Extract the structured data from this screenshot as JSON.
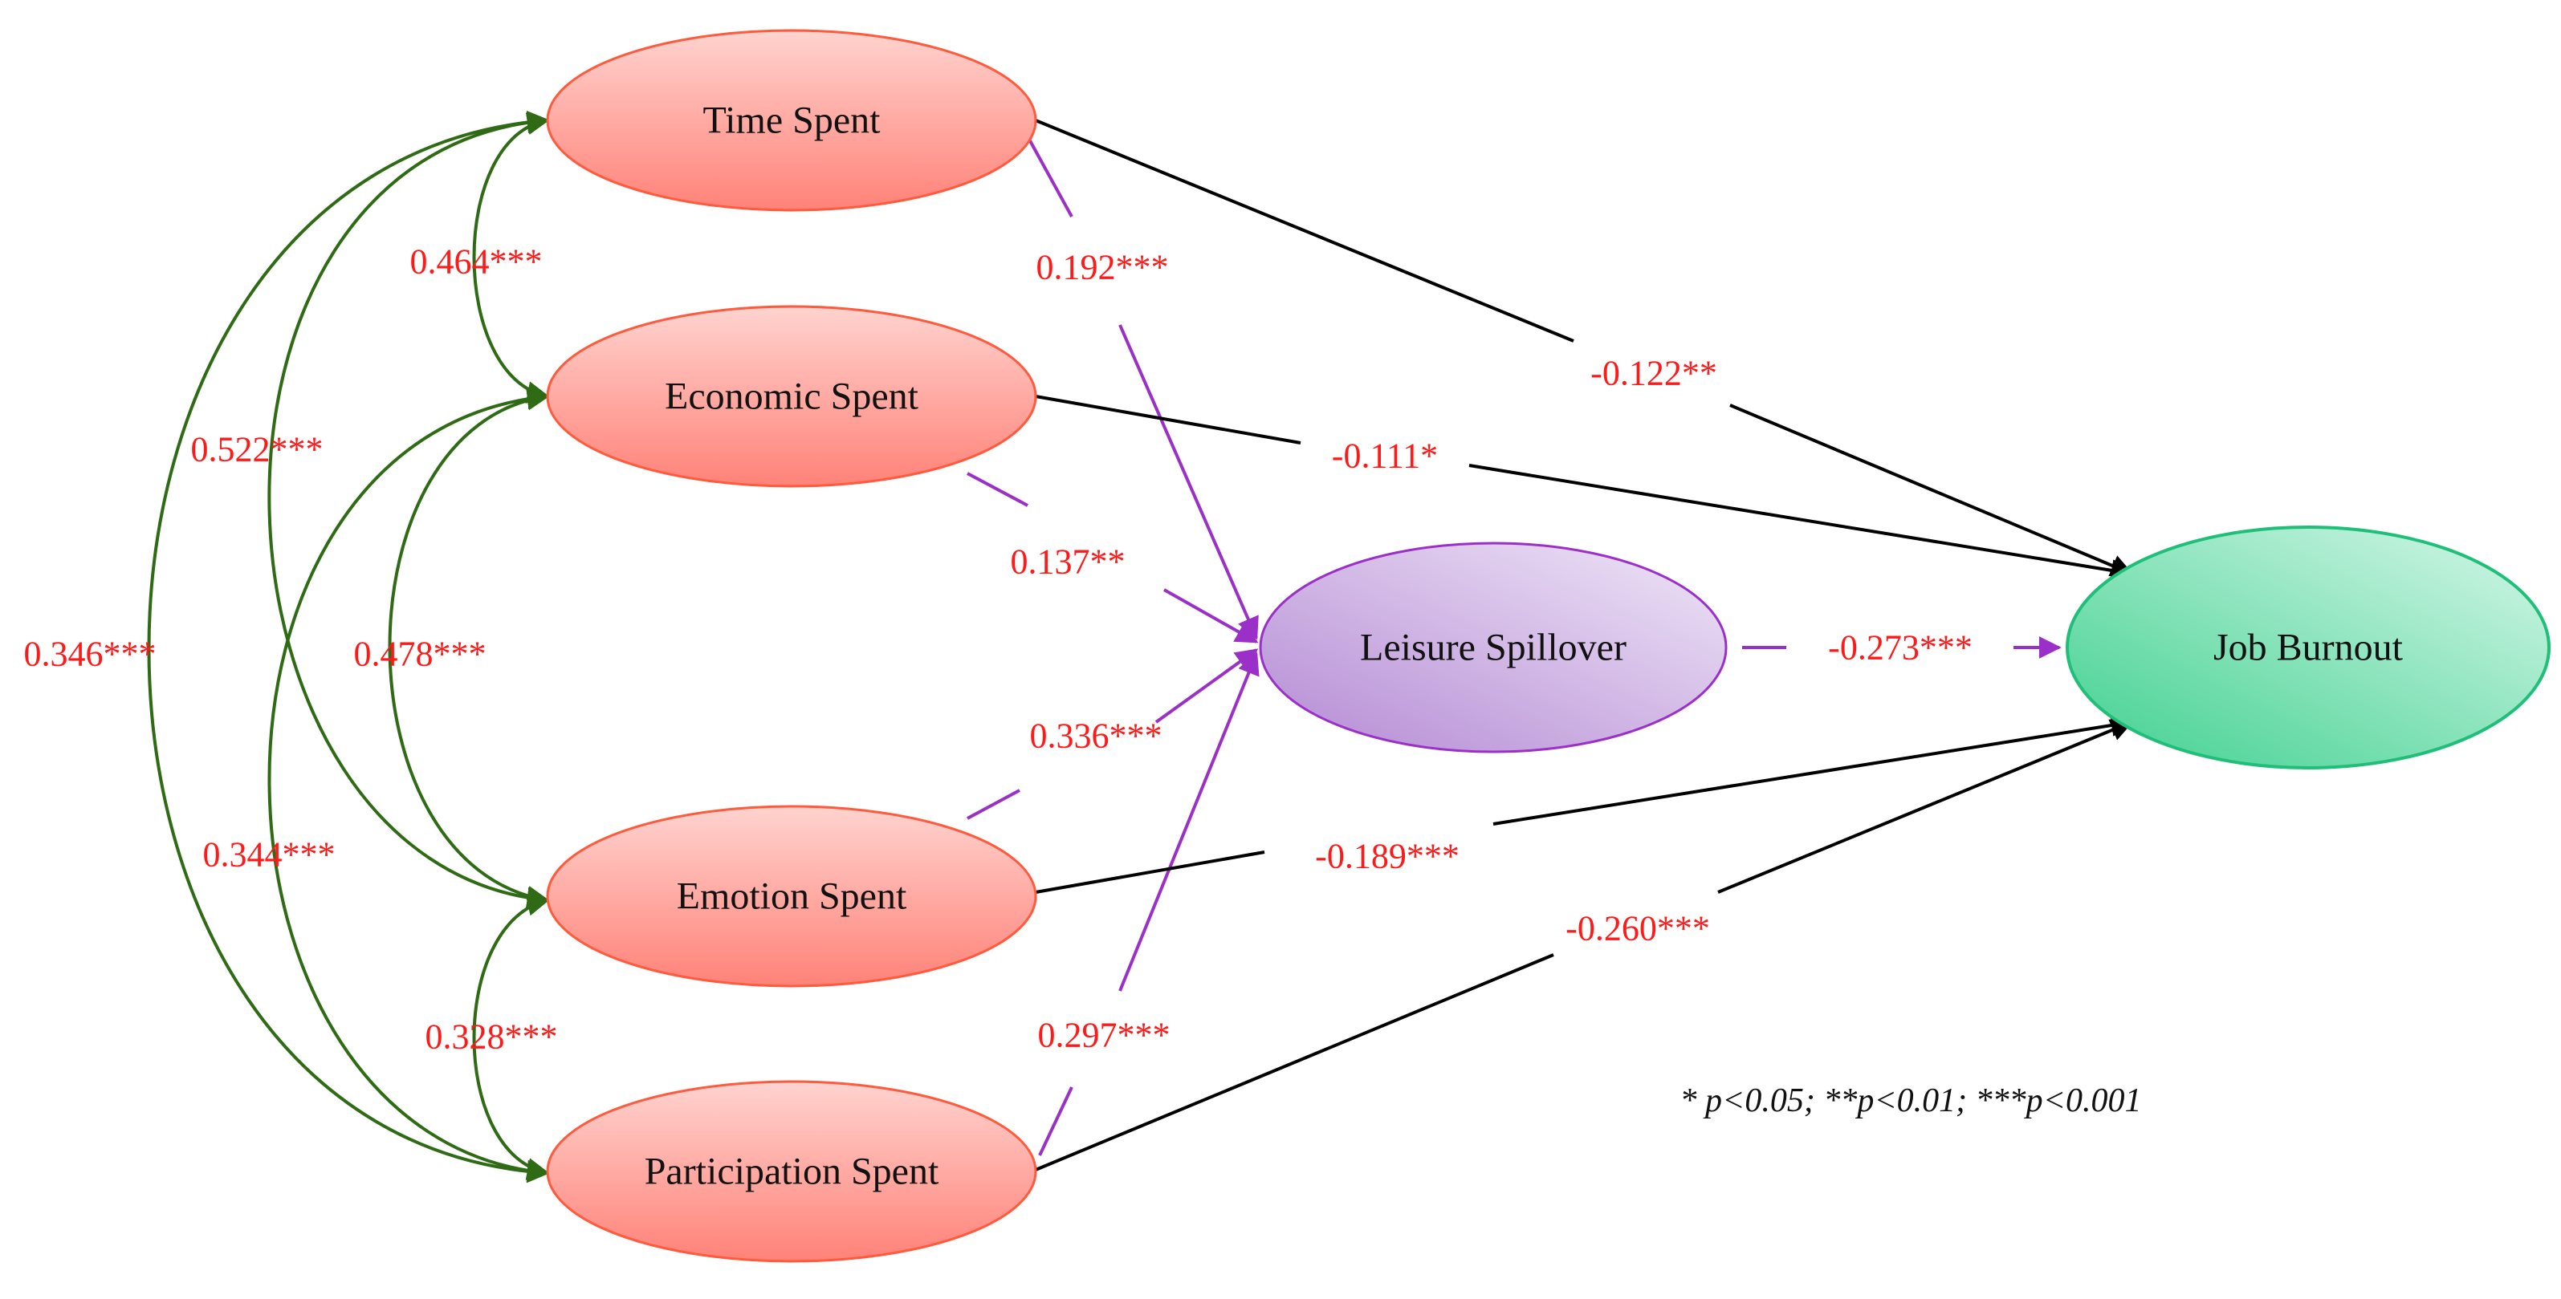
{
  "nodes": {
    "time": "Time Spent",
    "economic": "Economic Spent",
    "emotion": "Emotion Spent",
    "participation": "Participation Spent",
    "leisure": "Leisure Spillover",
    "burnout": "Job Burnout"
  },
  "correlations": {
    "time_economic": "0.464***",
    "time_emotion": "0.522***",
    "time_participation": "0.346***",
    "economic_emotion": "0.478***",
    "economic_participation": "0.344***",
    "emotion_participation": "0.328***"
  },
  "paths_to_leisure": {
    "time": "0.192***",
    "economic": "0.137**",
    "emotion": "0.336***",
    "participation": "0.297***"
  },
  "paths_to_burnout": {
    "time": "-0.122**",
    "economic": "-0.111*",
    "emotion": "-0.189***",
    "participation": "-0.260***",
    "leisure": "-0.273***"
  },
  "note": "* p<0.05; **p<0.01; ***p<0.001",
  "colors": {
    "coefficient": "#ff1a1a",
    "correlation_arc": "#2e6b14",
    "mediator_path": "#9b30c8",
    "direct_path": "#000000",
    "predictor_fill": "#ff8a80",
    "mediator_fill": "#c9a8e0",
    "outcome_fill": "#5fd9a0"
  }
}
